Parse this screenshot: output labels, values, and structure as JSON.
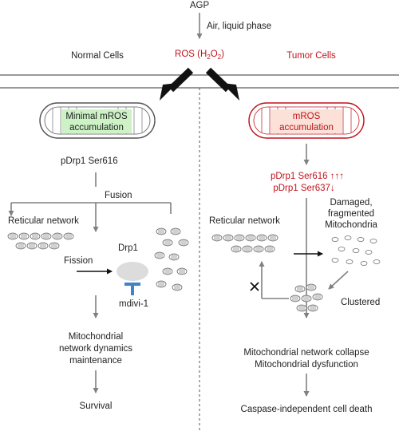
{
  "top": {
    "source": "AGP",
    "condition": "Air, liquid phase",
    "ros_prefix": "ROS (H",
    "ros_sub": "2",
    "ros_mid": "O",
    "ros_sub2": "2",
    "ros_suffix": ")"
  },
  "normal": {
    "header": "Normal Cells",
    "mito_line1": "Minimal mROS",
    "mito_line2": "accumulation",
    "pdrp1": "pDrp1 Ser616",
    "fusion": "Fusion",
    "reticular": "Reticular network",
    "fission": "Fission",
    "drp1": "Drp1",
    "inhibitor": "mdivi-1",
    "outcome_line1": "Mitochondrial",
    "outcome_line2": "network dynamics",
    "outcome_line3": "maintenance",
    "final": "Survival"
  },
  "tumor": {
    "header": "Tumor Cells",
    "mito_line1": "mROS",
    "mito_line2": "accumulation",
    "pdrp1_616": "pDrp1 Ser616 ↑↑↑",
    "pdrp1_637": "pDrp1  Ser637↓",
    "reticular": "Reticular network",
    "damaged_line1": "Damaged,",
    "damaged_line2": "fragmented",
    "damaged_line3": "Mitochondria",
    "clustered": "Clustered",
    "outcome_line1": "Mitochondrial network collapse",
    "outcome_line2": "Mitochondrial dysfunction",
    "final": "Caspase-independent cell death"
  },
  "colors": {
    "ros_red": "#c0141c",
    "normal_fill": "#ccf2c6",
    "tumor_fill": "#fbe1d8",
    "inhibitor_blue": "#3a86c8",
    "arrow_gray": "#808080"
  }
}
